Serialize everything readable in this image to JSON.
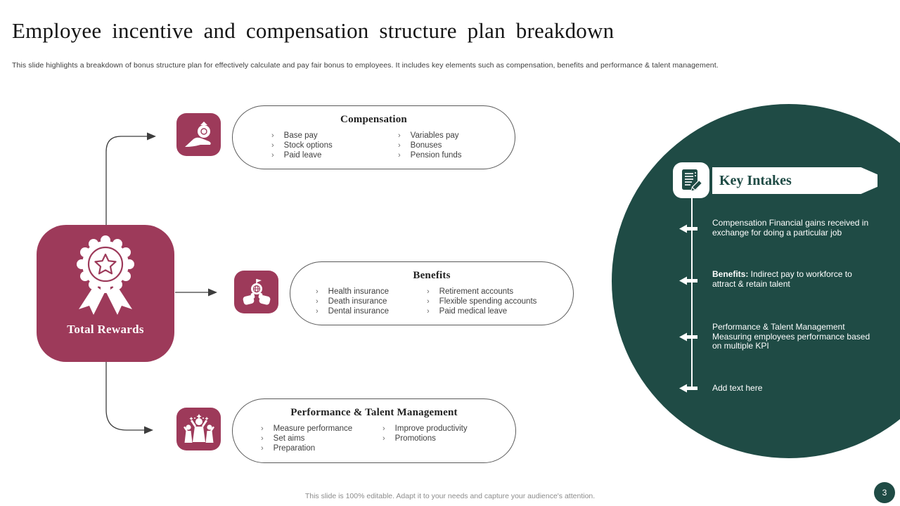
{
  "slide": {
    "title": "Employee incentive and compensation structure plan breakdown",
    "subtitle": "This slide highlights a breakdown of bonus structure plan for effectively calculate and pay fair bonus to employees. It includes key elements such as compensation, benefits and performance & talent management.",
    "footer": "This slide is 100% editable. Adapt it to your needs and capture your audience's attention.",
    "page_number": "3"
  },
  "colors": {
    "maroon": "#9d3a5a",
    "green": "#1f4b45",
    "connector_line": "#3d3d3d",
    "body_text": "#3f3f3f"
  },
  "total_rewards": {
    "label": "Total Rewards",
    "icon": "award-ribbon-icon"
  },
  "branches": [
    {
      "title": "Compensation",
      "icon": "hand-money-bag-icon",
      "items_left": [
        "Base pay",
        "Stock options",
        "Paid leave"
      ],
      "items_right": [
        "Variables pay",
        "Bonuses",
        "Pension funds"
      ]
    },
    {
      "title": "Benefits",
      "icon": "hands-holding-coin-icon",
      "items_left": [
        "Health insurance",
        "Death insurance",
        "Dental insurance"
      ],
      "items_right": [
        "Retirement accounts",
        "Flexible spending accounts",
        "Paid medical leave"
      ]
    },
    {
      "title": "Performance  & Talent Management",
      "icon": "team-celebration-icon",
      "items_left": [
        "Measure performance",
        "Set aims",
        "Preparation"
      ],
      "items_right": [
        "Improve productivity",
        "Promotions"
      ]
    }
  ],
  "key_intakes": {
    "title": "Key Intakes",
    "icon": "notes-pencil-icon",
    "items": [
      {
        "bold": "",
        "text": "Compensation Financial gains received in exchange for  doing a particular job"
      },
      {
        "bold": "Benefits:",
        "text": " Indirect pay to workforce to attract & retain talent"
      },
      {
        "bold": "",
        "text": "Performance & Talent Management Measuring employees performance based on multiple KPI"
      },
      {
        "bold": "",
        "text": "Add text here"
      }
    ]
  }
}
